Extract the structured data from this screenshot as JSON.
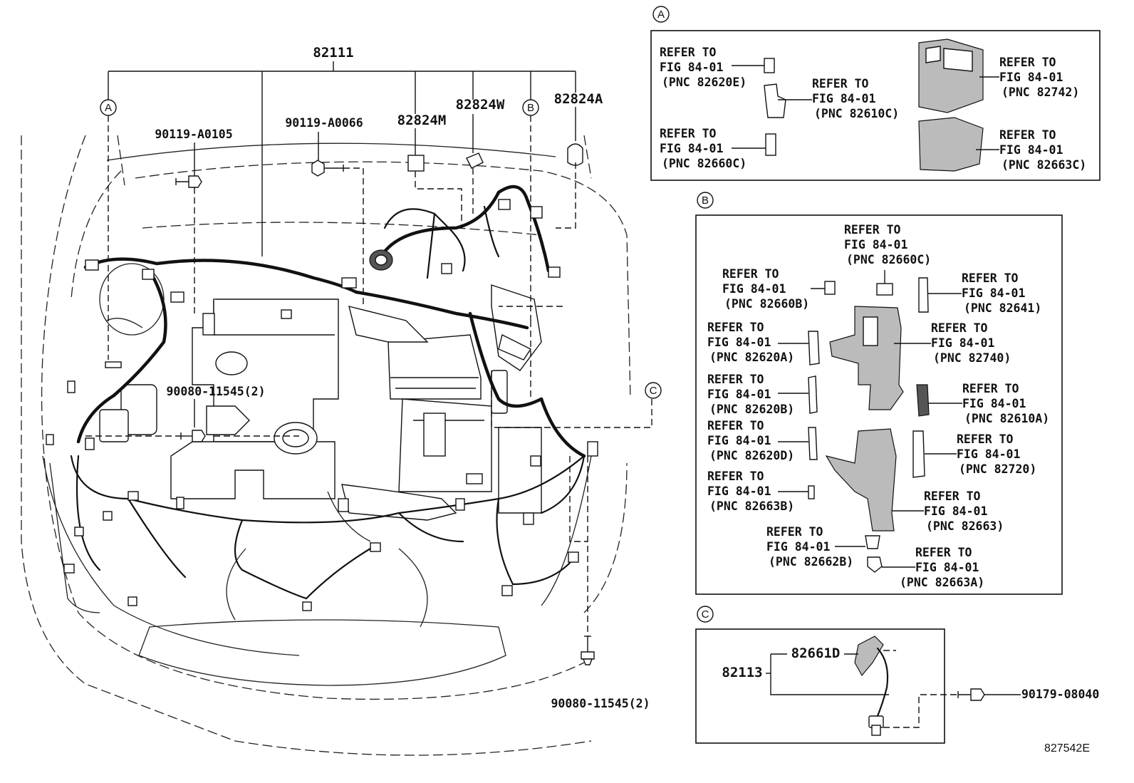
{
  "main": {
    "part_82111": "82111",
    "part_82824m": "82824M",
    "part_82824w": "82824W",
    "part_82824a": "82824A",
    "bolt_a0105": "90119-A0105",
    "bolt_a0066": "90119-A0066",
    "bolt_11545_left": "90080-11545(2)",
    "bolt_11545_bottom": "90080-11545(2)",
    "callout_a": "A",
    "callout_b": "B",
    "callout_c": "C"
  },
  "panel_a": {
    "title": "A",
    "refs": [
      {
        "l1": "REFER TO",
        "l2": "FIG 84-01",
        "l3": "(PNC 82620E)"
      },
      {
        "l1": "REFER TO",
        "l2": "FIG 84-01",
        "l3": "(PNC 82610C)"
      },
      {
        "l1": "REFER TO",
        "l2": "FIG 84-01",
        "l3": "(PNC 82742)"
      },
      {
        "l1": "REFER TO",
        "l2": "FIG 84-01",
        "l3": "(PNC 82660C)"
      },
      {
        "l1": "REFER TO",
        "l2": "FIG 84-01",
        "l3": "(PNC 82663C)"
      }
    ]
  },
  "panel_b": {
    "title": "B",
    "refs": [
      {
        "l1": "REFER TO",
        "l2": "FIG 84-01",
        "l3": "(PNC 82660C)"
      },
      {
        "l1": "REFER TO",
        "l2": "FIG 84-01",
        "l3": "(PNC 82660B)"
      },
      {
        "l1": "REFER TO",
        "l2": "FIG 84-01",
        "l3": "(PNC 82641)"
      },
      {
        "l1": "REFER TO",
        "l2": "FIG 84-01",
        "l3": "(PNC 82620A)"
      },
      {
        "l1": "REFER TO",
        "l2": "FIG 84-01",
        "l3": "(PNC 82740)"
      },
      {
        "l1": "REFER TO",
        "l2": "FIG 84-01",
        "l3": "(PNC 82620B)"
      },
      {
        "l1": "REFER TO",
        "l2": "FIG 84-01",
        "l3": "(PNC 82610A)"
      },
      {
        "l1": "REFER TO",
        "l2": "FIG 84-01",
        "l3": "(PNC 82620D)"
      },
      {
        "l1": "REFER TO",
        "l2": "FIG 84-01",
        "l3": "(PNC 82720)"
      },
      {
        "l1": "REFER TO",
        "l2": "FIG 84-01",
        "l3": "(PNC 82663B)"
      },
      {
        "l1": "REFER TO",
        "l2": "FIG 84-01",
        "l3": "(PNC 82663)"
      },
      {
        "l1": "REFER TO",
        "l2": "FIG 84-01",
        "l3": "(PNC 82662B)"
      },
      {
        "l1": "REFER TO",
        "l2": "FIG 84-01",
        "l3": "(PNC 82663A)"
      }
    ]
  },
  "panel_c": {
    "title": "C",
    "part_82113": "82113",
    "part_82661d": "82661D",
    "bolt_08040": "90179-08040"
  },
  "footer": {
    "drawing_id": "827542E"
  }
}
